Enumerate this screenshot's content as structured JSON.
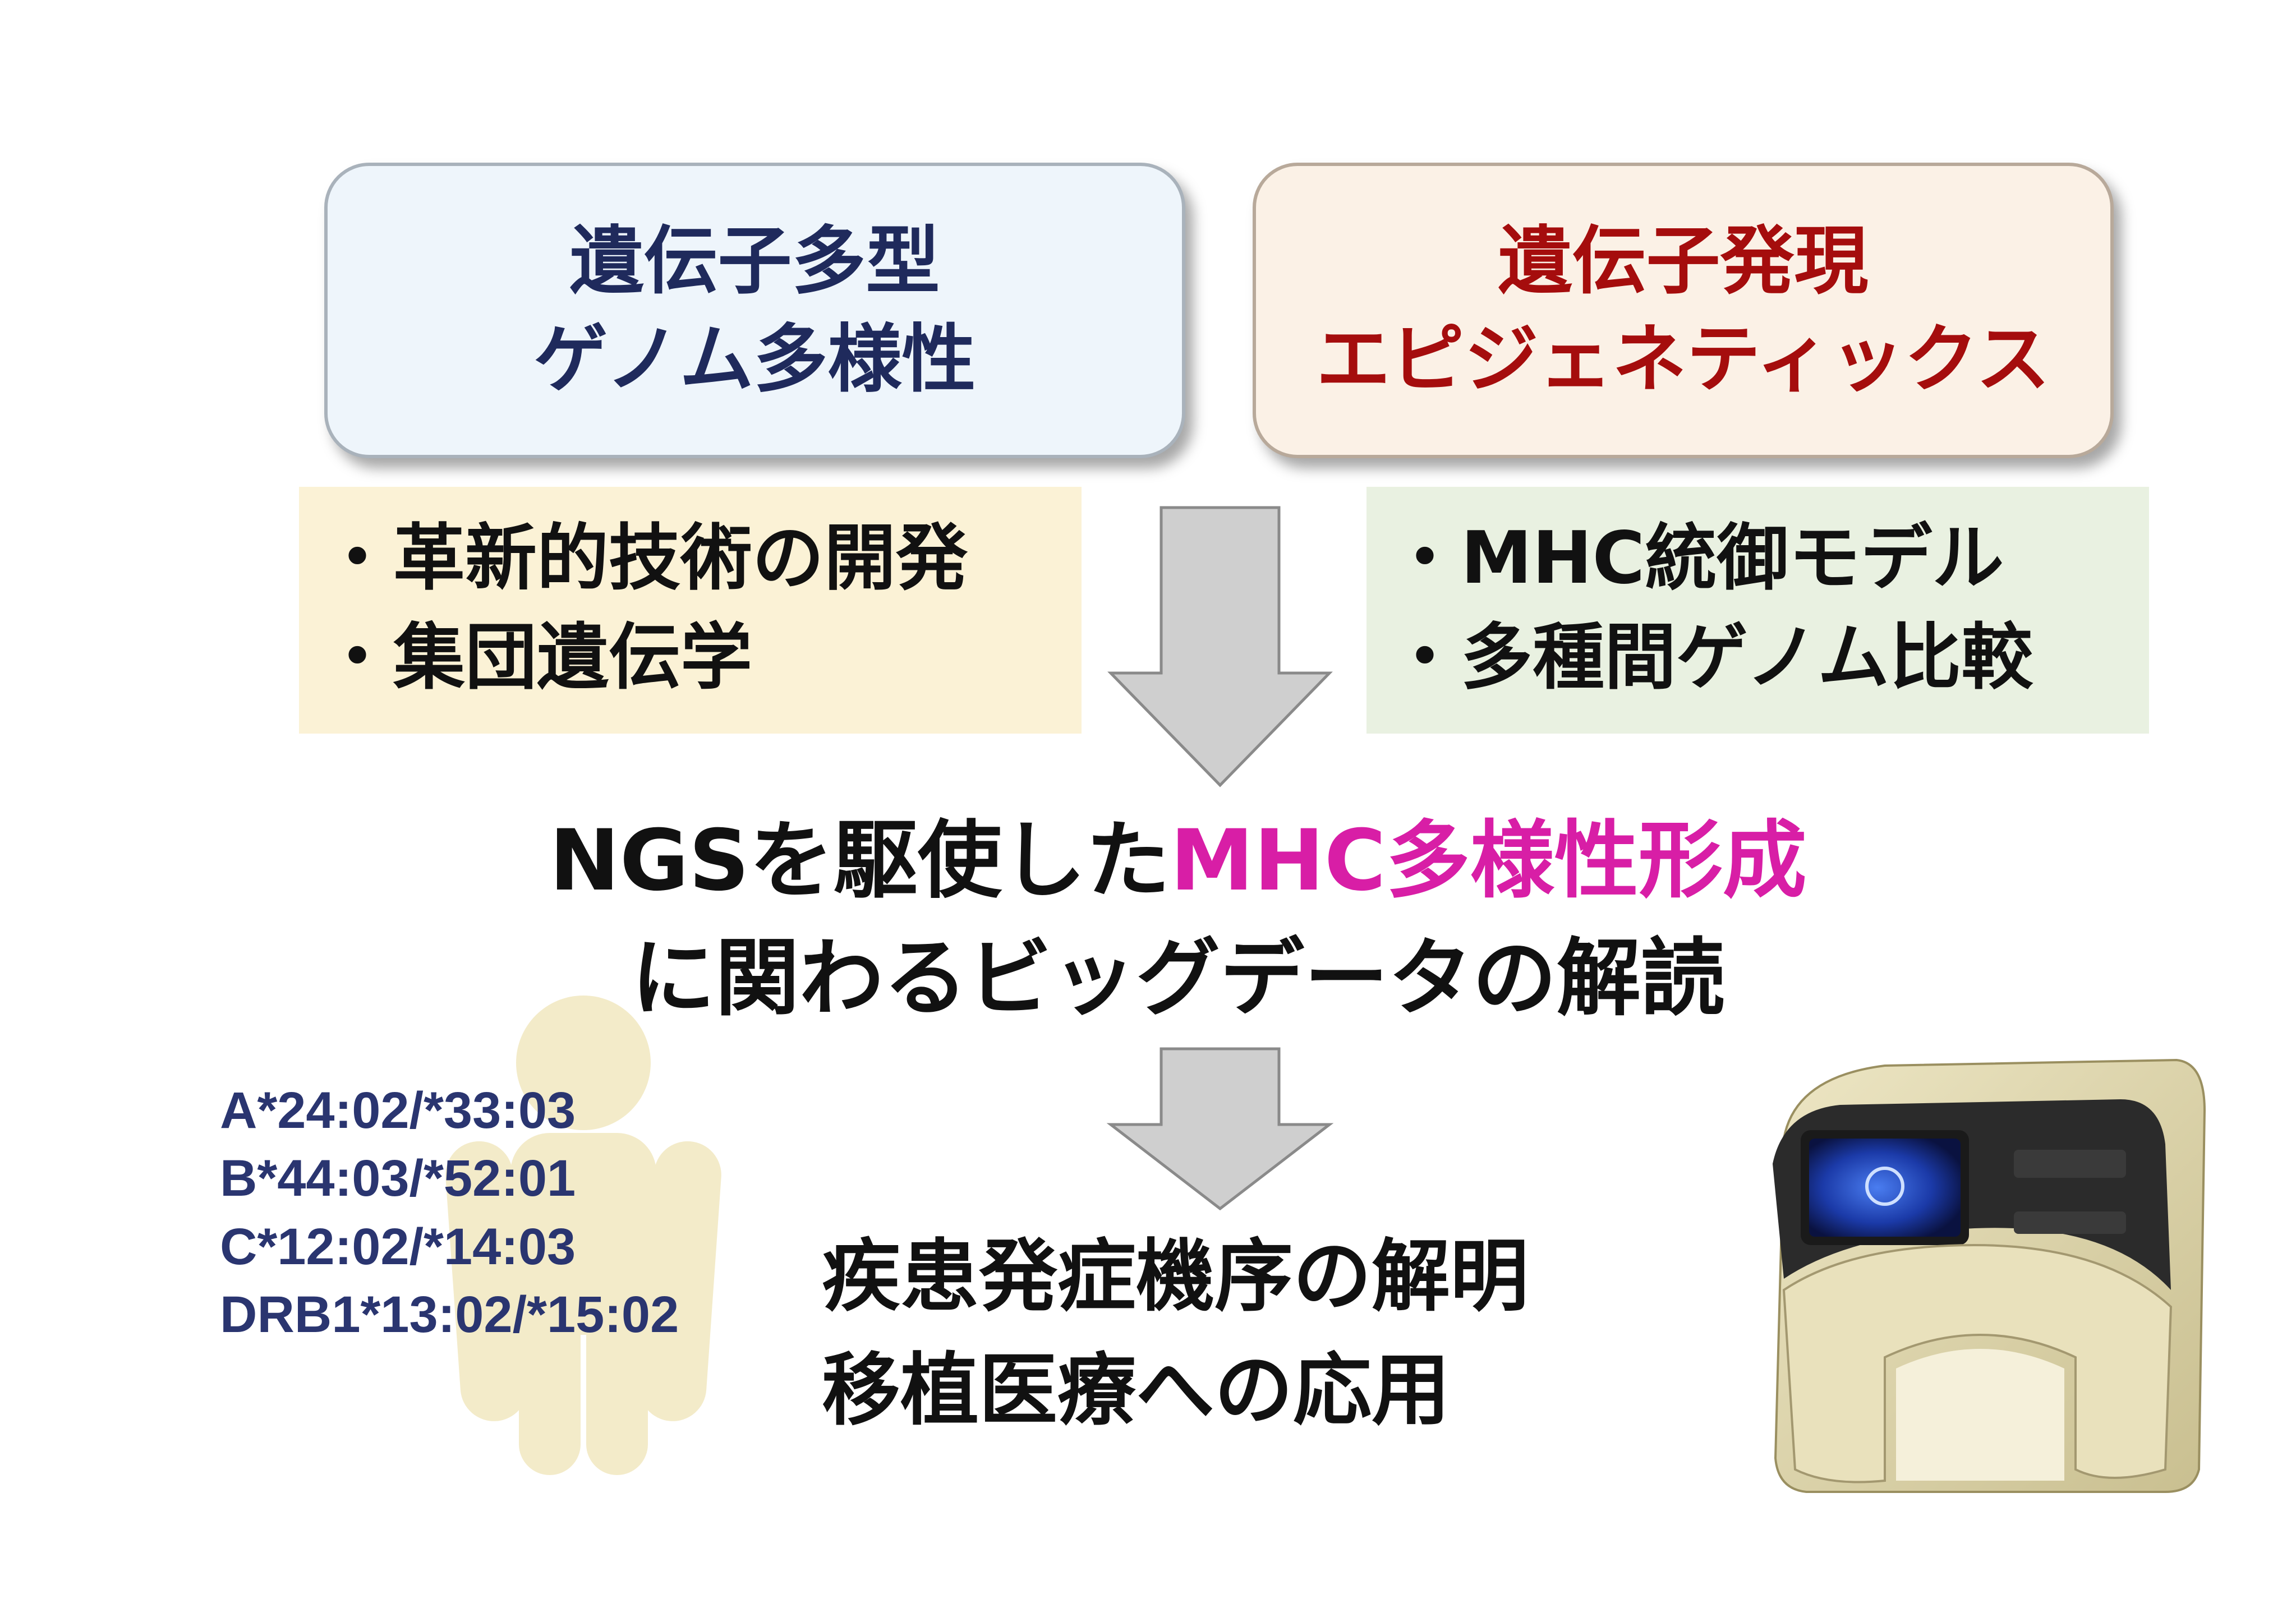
{
  "top_boxes": {
    "left": {
      "line1": "遺伝子多型",
      "line2": "ゲノム多様性",
      "color": "#1f2a5c"
    },
    "right": {
      "line1": "遺伝子発現",
      "line2": "エピジェネティックス",
      "color": "#a50d0d"
    }
  },
  "panels": {
    "left": {
      "items": [
        "・革新的技術の開発",
        "・集団遺伝学"
      ]
    },
    "right": {
      "items": [
        "・MHC統御モデル",
        "・多種間ゲノム比較"
      ]
    }
  },
  "headline": {
    "line1_prefix": "NGSを駆使した",
    "line1_highlight": "MHC多様性形成",
    "line2": "に関わるビッグデータの解読",
    "highlight_color": "#d81ea6"
  },
  "hla_types": [
    "A*24:02/*33:03",
    "B*44:03/*52:01",
    "C*12:02/*14:03",
    "DRB1*13:02/*15:02"
  ],
  "outcomes": [
    "疾患発症機序の解明",
    "移植医療への応用"
  ],
  "icons": {
    "person": "person-silhouette-icon",
    "sequencer": "ngs-sequencer-icon",
    "arrow": "down-arrow-icon"
  }
}
